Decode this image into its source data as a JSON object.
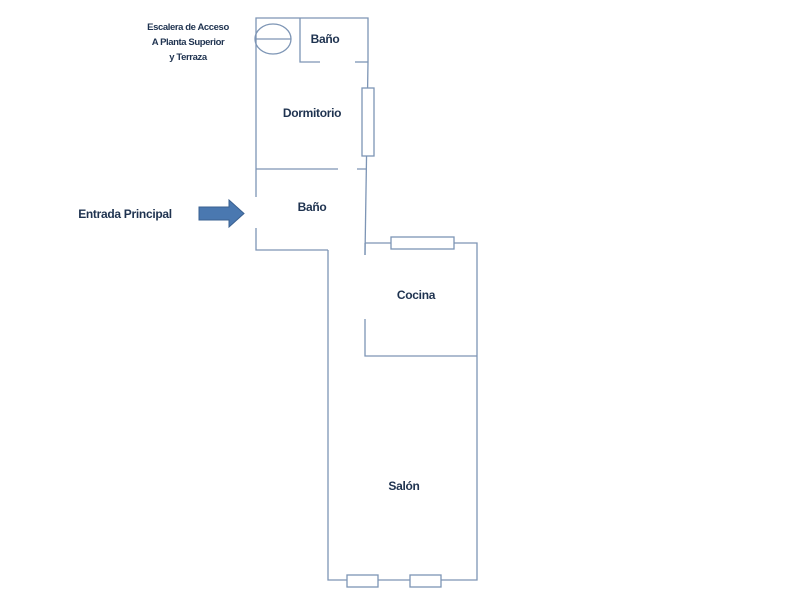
{
  "title_note": [
    "Escalera de  Acceso",
    "A Planta Superior",
    "y Terraza"
  ],
  "entrance_label": "Entrada Principal",
  "rooms": {
    "bano_top": "Baño",
    "dormitorio": "Dormitorio",
    "bano_mid": "Baño",
    "cocina": "Cocina",
    "salon": "Salón"
  },
  "colors": {
    "wall": "#7d95b5",
    "arrow": "#4a78b0",
    "text": "#1f3350"
  }
}
